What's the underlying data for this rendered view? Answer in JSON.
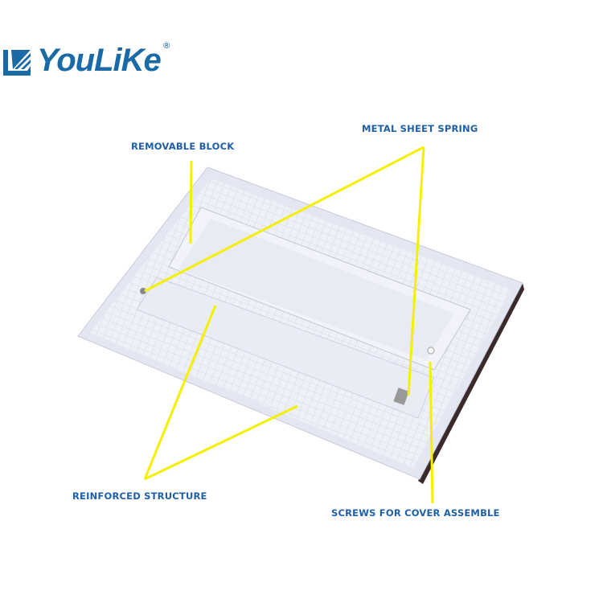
{
  "logo": {
    "brand": "YouLiKe",
    "registered": "®"
  },
  "callouts": {
    "removable_block": "REMOVABLE BLOCK",
    "metal_sheet_spring": "METAL SHEET SPRING",
    "reinforced_structure": "REINFORCED STRUCTURE",
    "screws": "SCREWS FOR COVER ASSEMBLE"
  },
  "colors": {
    "label": "#1f5fa8",
    "leader": "#f5f000",
    "brand": "#1a6aa6",
    "panel": "#eef0f8"
  }
}
